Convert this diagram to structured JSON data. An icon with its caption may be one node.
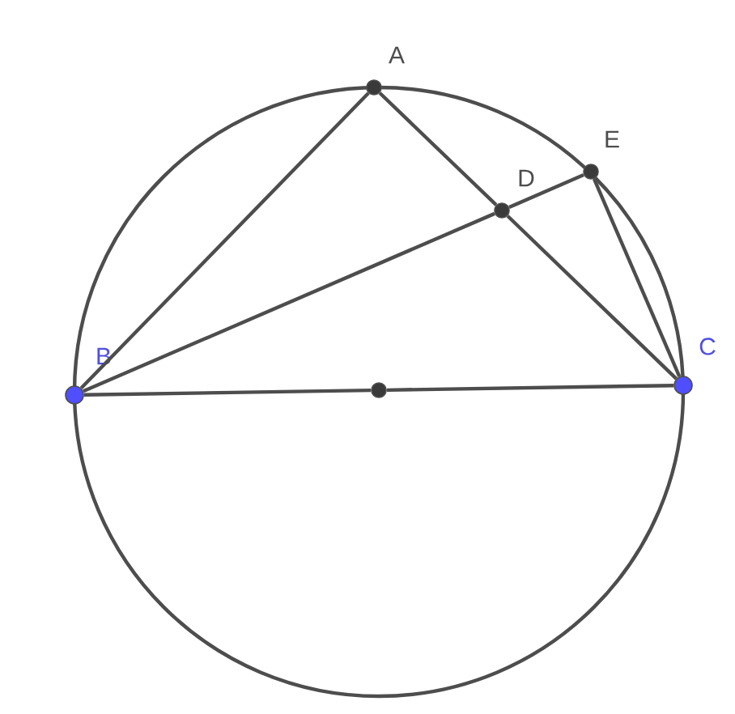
{
  "diagram": {
    "nodes": [
      {
        "text": [
          "A"
        ]
      },
      {
        "text": [
          "B"
        ]
      },
      {
        "text": [
          "C"
        ]
      },
      {
        "text": [
          "D"
        ]
      },
      {
        "text": [
          "E"
        ]
      },
      {
        "text": [],
        "shape": "circle"
      }
    ],
    "edges": [
      {
        "from": 0,
        "to": 1,
        "arrow": "none"
      },
      {
        "from": 0,
        "to": 3,
        "arrow": "none"
      },
      {
        "from": 3,
        "to": 2,
        "arrow": "none"
      },
      {
        "from": 1,
        "to": 3,
        "arrow": "none"
      },
      {
        "from": 3,
        "to": 4,
        "arrow": "none"
      },
      {
        "from": 4,
        "to": 2,
        "arrow": "none"
      },
      {
        "from": 1,
        "to": 5,
        "arrow": "none"
      },
      {
        "from": 5,
        "to": 2,
        "arrow": "none"
      }
    ]
  }
}
